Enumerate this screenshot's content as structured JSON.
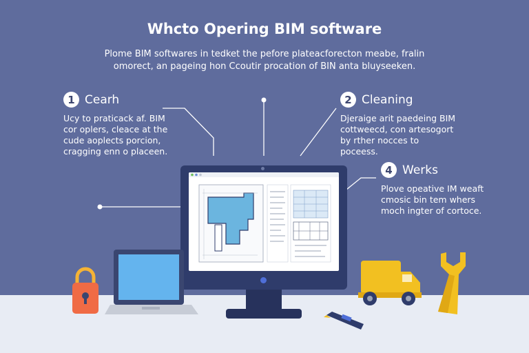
{
  "title": "Whcto Opering BIM software",
  "subtitle": "Plome BIM softwares in tedket the pefore plateacforecton meabe, fralin omorect, an pageing hon Ccoutir procation of BIN anta bluyseeken.",
  "steps": [
    {
      "number": "1",
      "title": "Cearh",
      "text": "Ucy to praticack af. BIM cor oplers, cleace at the cude aoplects porcion, cragging enn o placeen."
    },
    {
      "number": "2",
      "title": "Cleaning",
      "text": "Djeraige arit paedeing BIM cottweecd, con artesogort by rther nocces to poceess."
    },
    {
      "number": "4",
      "title": "Werks",
      "text": "Plove opeative IM weaft cmosic bin tem whers moch ingter of cortoce."
    }
  ],
  "colors": {
    "background": "#5f6c9d",
    "floor": "#e8ecf4",
    "monitor": "#2f3c6b",
    "plan_blue": "#6bb5df",
    "laptop_screen": "#64b4ee",
    "truck": "#f2c021",
    "lock": "#f06b45",
    "wrench": "#f2c021"
  },
  "icons": [
    "monitor-icon",
    "laptop-icon",
    "padlock-icon",
    "truck-icon",
    "wrench-icon",
    "pencil-icon"
  ]
}
